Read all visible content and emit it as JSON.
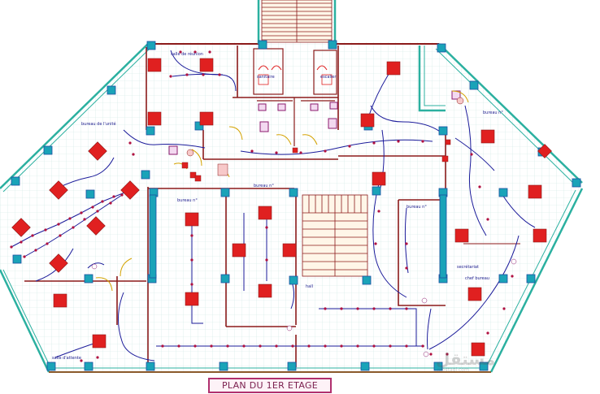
{
  "plan": {
    "title": "PLAN DU 1ER ETAGE",
    "colors": {
      "background": "#ffffff",
      "grid": "#cfe8e4",
      "exterior_wall": "#2bb0a0",
      "wall": "#8b1a1a",
      "column": "#1aa3b8",
      "column_core": "#1b4fa0",
      "light_fixture": "#e02020",
      "circuit_wire": "#1b1b9a",
      "device_dot": "#b01040",
      "label_text": "#1a1a8c",
      "title_border": "#b0306e"
    },
    "labels": [
      "salle de réunion",
      "bureau de l'unité",
      "bureau n°",
      "bureau n°",
      "bureau n°",
      "bureau n°",
      "secrétariat",
      "chef bureau",
      "salle d'attente",
      "hall",
      "sanitaire",
      "escalier"
    ],
    "watermark": "مستقل",
    "watermark_sub": "mostaql.com"
  }
}
